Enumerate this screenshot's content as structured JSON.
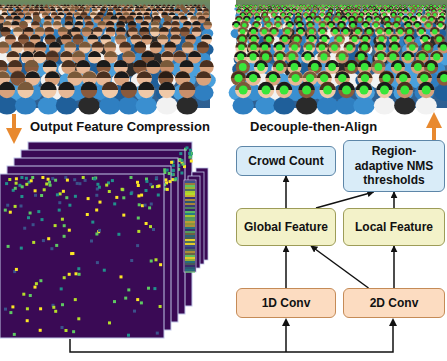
{
  "diagram": {
    "nodes": [
      {
        "text": [
          "Crowd Count"
        ]
      },
      {
        "text": [
          "Region-adaptive NMS thresholds"
        ]
      },
      {
        "text": [
          "Global Feature"
        ]
      },
      {
        "text": [
          "Local Feature"
        ]
      },
      {
        "text": [
          "1D Conv"
        ]
      },
      {
        "text": [
          "2D Conv"
        ]
      }
    ],
    "edges": [
      {
        "from": 4,
        "to": 2,
        "arrow": "to"
      },
      {
        "from": 5,
        "to": 3,
        "arrow": "to"
      },
      {
        "from": 5,
        "to": 2,
        "arrow": "to"
      },
      {
        "from": 2,
        "to": 0,
        "arrow": "to"
      },
      {
        "from": 2,
        "to": 1,
        "arrow": "to"
      },
      {
        "from": 3,
        "to": 1,
        "arrow": "to"
      }
    ],
    "labels": [
      "Output Feature Compression",
      "Decouple-then-Align"
    ]
  }
}
